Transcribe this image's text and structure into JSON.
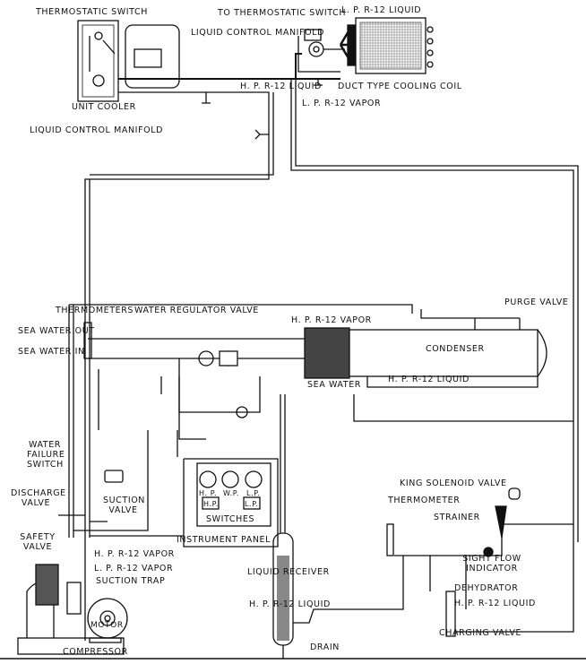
{
  "labels": {
    "thermostatic_switch": "THERMOSTATIC SWITCH",
    "to_thermostatic_switch": "TO THERMOSTATIC SWITCH",
    "lp_liquid_top": "L. P. R-12 LIQUID",
    "liquid_control_manifold_right": "LIQUID CONTROL MANIFOLD",
    "hp_liquid_top": "H. P. R-12 LIQUID",
    "duct_cooling_coil": "DUCT TYPE COOLING COIL",
    "lp_vapor_top": "L. P. R-12 VAPOR",
    "unit_cooler": "UNIT COOLER",
    "liquid_control_manifold_left": "LIQUID CONTROL MANIFOLD",
    "thermometers": "THERMOMETERS",
    "water_regulator_valve": "WATER REGULATOR VALVE",
    "hp_vapor_condenser": "H. P. R-12 VAPOR",
    "purge_valve": "PURGE VALVE",
    "sea_water_out": "SEA WATER OUT",
    "sea_water_in": "SEA WATER IN",
    "condenser": "CONDENSER",
    "sea_water": "SEA WATER",
    "hp_liquid_condenser": "H. P. R-12 LIQUID",
    "water_failure_switch": [
      "WATER",
      "FAILURE",
      "SWITCH"
    ],
    "discharge_valve": [
      "DISCHARGE",
      "VALVE"
    ],
    "suction_valve": [
      "SUCTION",
      "VALVE"
    ],
    "gauge_hp": "H. P.",
    "gauge_wp": "W.P.",
    "gauge_lp": "L.P.",
    "switch_hp": "H.P.",
    "switch_lp": "L.P.",
    "switches": "SWITCHES",
    "instrument_panel": "INSTRUMENT PANEL",
    "safety_valve": [
      "SAFETY",
      "VALVE"
    ],
    "hp_vapor_compressor": "H. P. R-12 VAPOR",
    "lp_vapor_compressor": "L. P. R-12 VAPOR",
    "suction_trap": "SUCTION TRAP",
    "motor": "MOTOR",
    "compressor": "COMPRESSOR",
    "king_solenoid_valve": "KING SOLENOID VALVE",
    "thermometer": "THERMOMETER",
    "strainer": "STRAINER",
    "sight_flow_indicator": [
      "SIGHT FLOW",
      "INDICATOR"
    ],
    "liquid_receiver": "LIQUID RECEIVER",
    "hp_liquid_receiver": "H. P. R-12 LIQUID",
    "dehydrator": "DEHYDRATOR",
    "hp_liquid_dehydrator": "H. P. R-12 LIQUID",
    "charging_valve": "CHARGING VALVE",
    "drain": "DRAIN"
  }
}
